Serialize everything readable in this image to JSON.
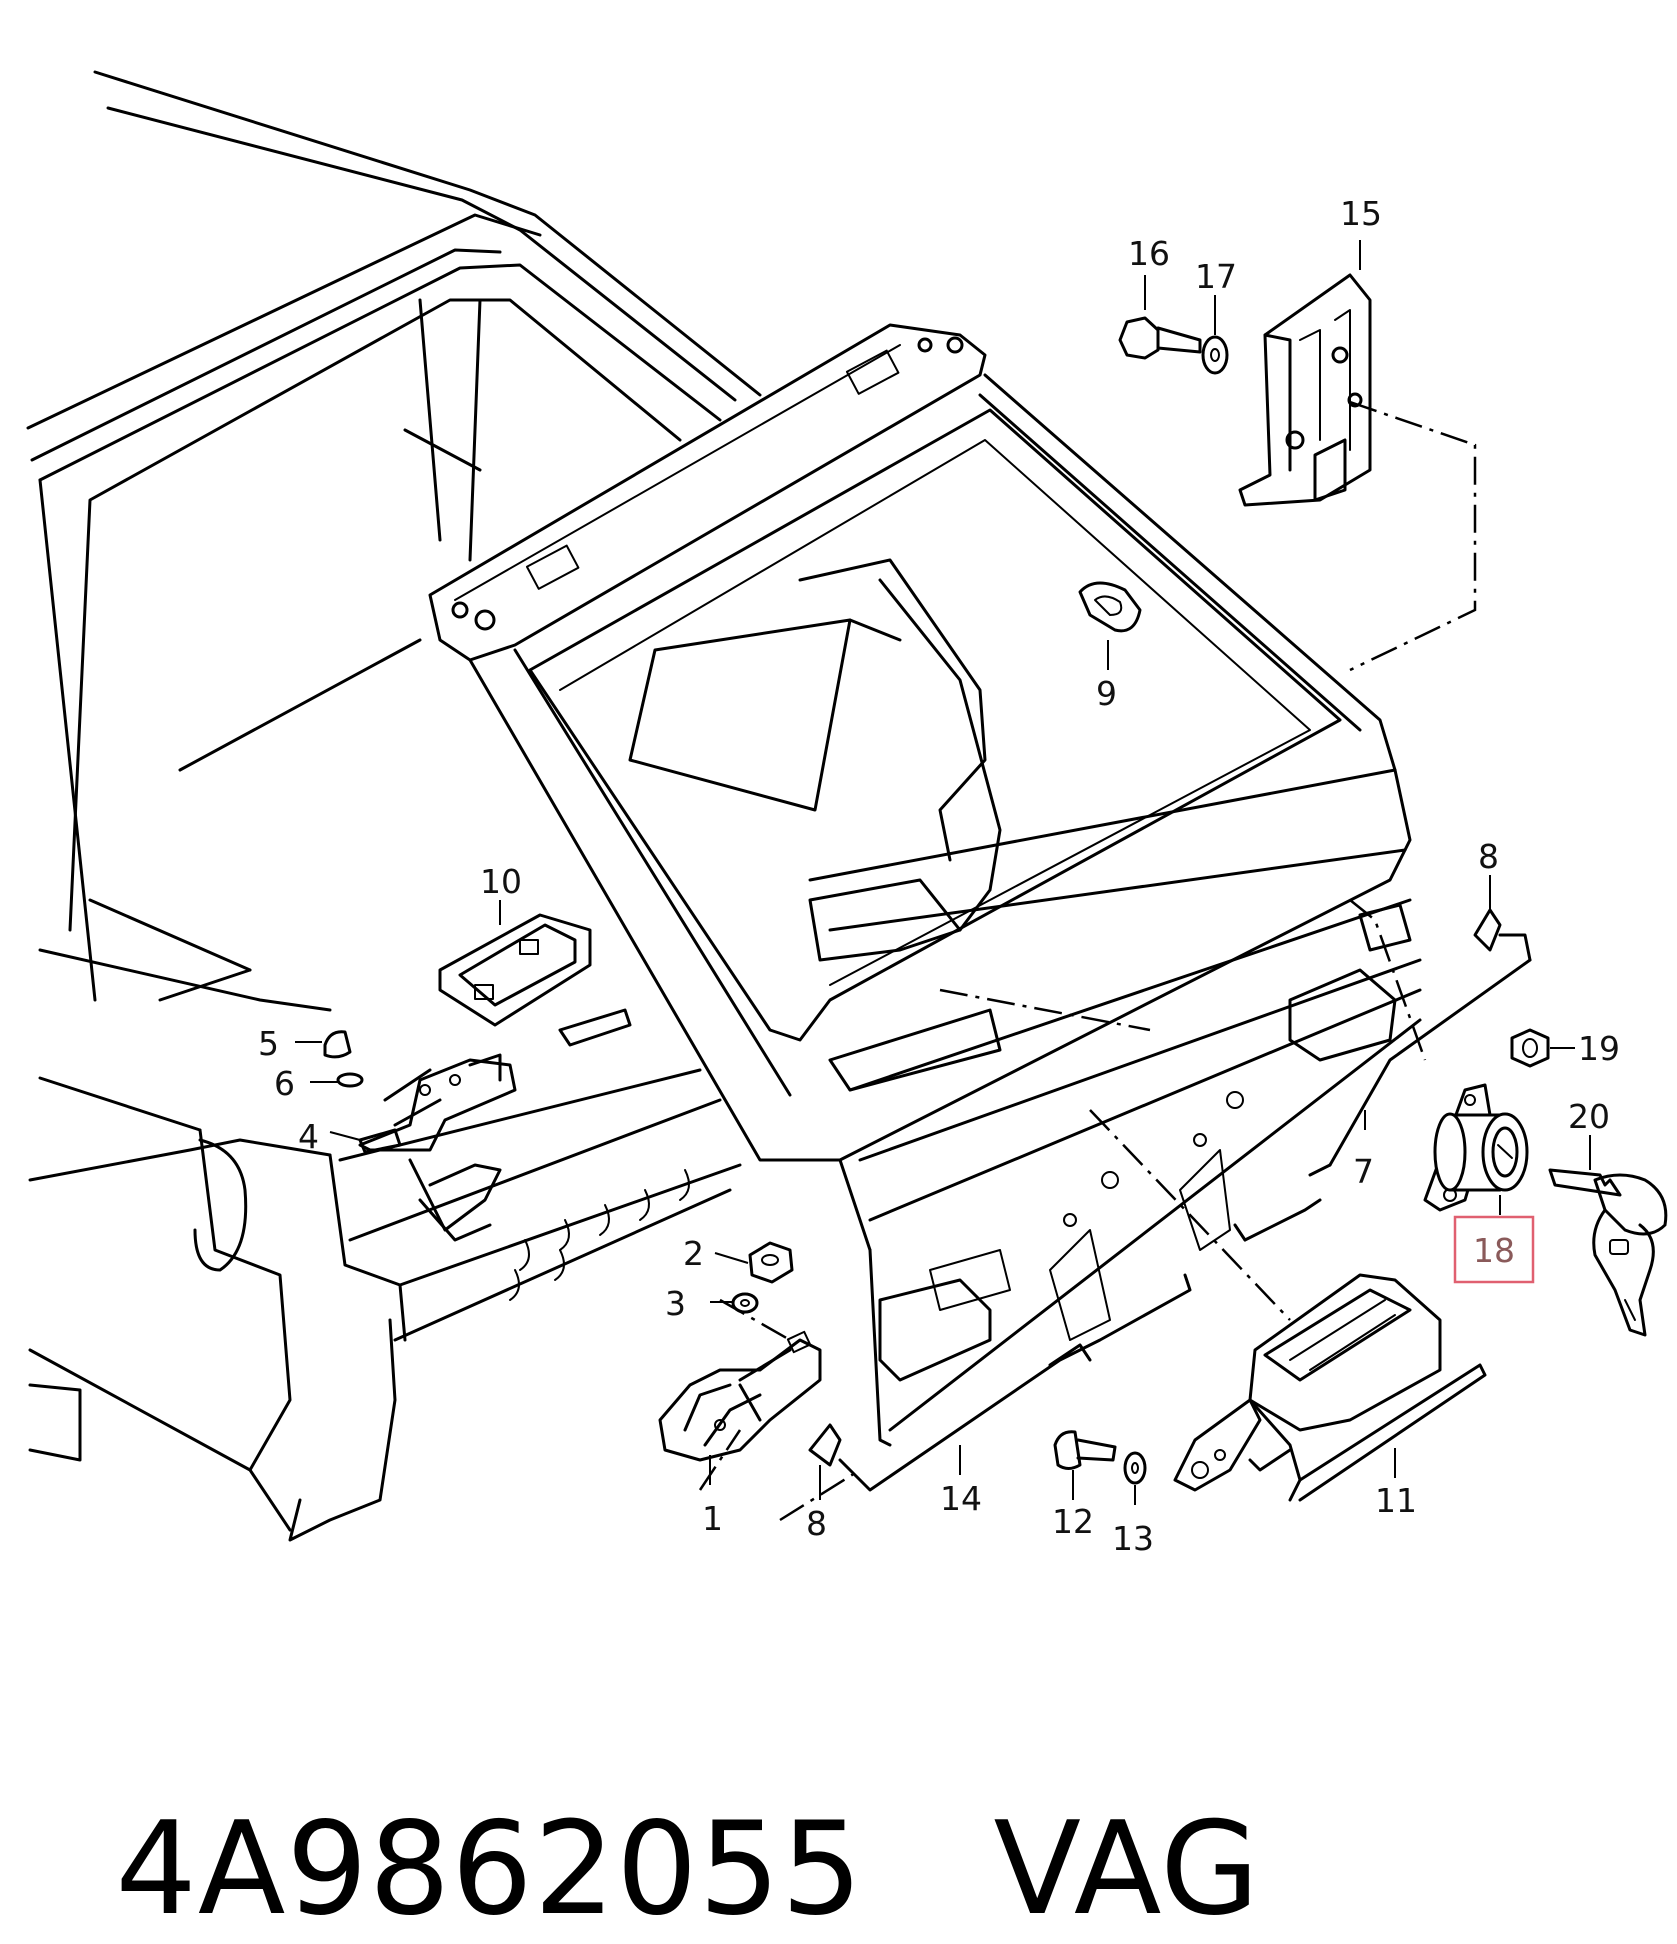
{
  "callouts": {
    "c1": "1",
    "c2": "2",
    "c3": "3",
    "c4": "4",
    "c5": "5",
    "c6": "6",
    "c7": "7",
    "c8a": "8",
    "c8b": "8",
    "c9": "9",
    "c10": "10",
    "c11": "11",
    "c12": "12",
    "c13": "13",
    "c14": "14",
    "c15": "15",
    "c16": "16",
    "c17": "17",
    "c18": "18",
    "c19": "19",
    "c20": "20"
  },
  "highlighted_part": "18",
  "highlight_color": "#e06070",
  "caption": {
    "part_number": "4A9862055",
    "brand": "VAG"
  }
}
